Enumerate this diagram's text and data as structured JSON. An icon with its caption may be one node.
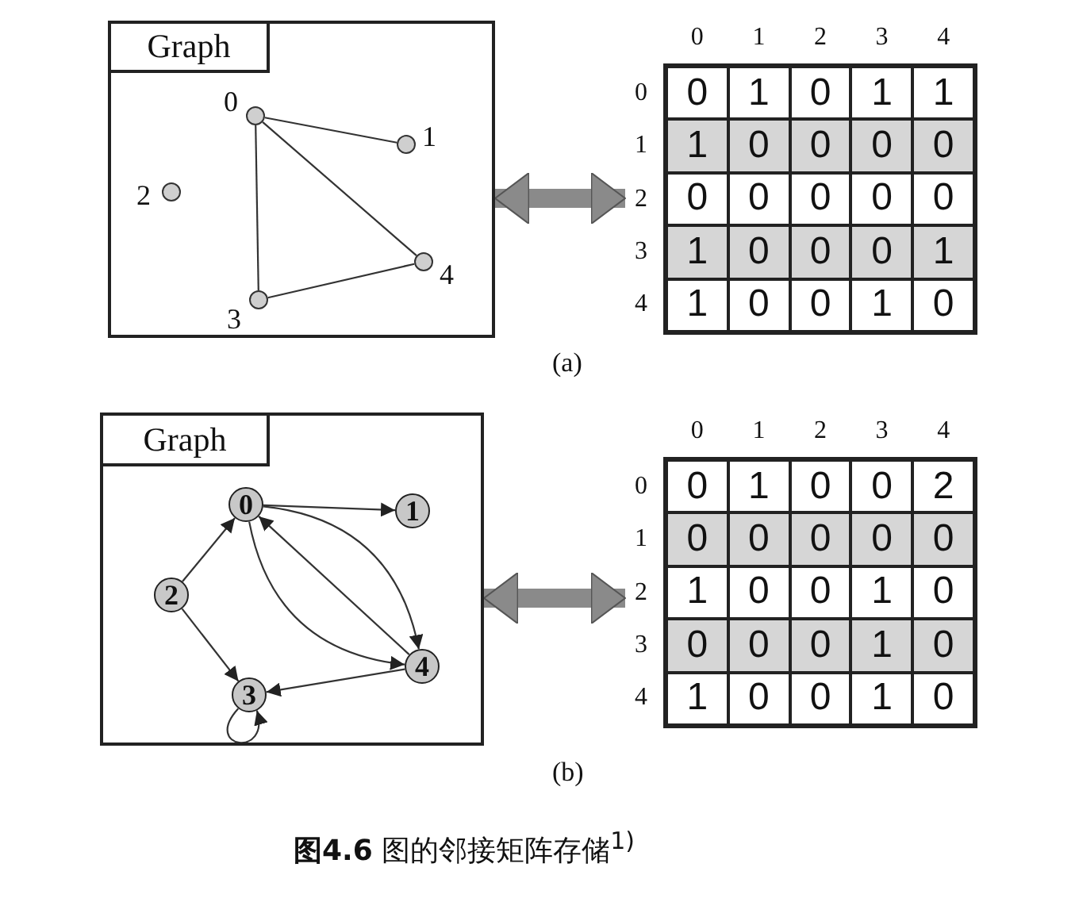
{
  "diagram": {
    "caption": "**图4.6** 图的邻接矩阵存储$^{1)}$",
    "nodes": [
      {
        "text": [
          "Graph"
        ]
      },
      {
        "text": [
          "0"
        ],
        "in": 0
      },
      {
        "text": [
          "1"
        ],
        "in": 0
      },
      {
        "text": [
          "2"
        ],
        "in": 0
      },
      {
        "text": [
          "3"
        ],
        "in": 0
      },
      {
        "text": [
          "4"
        ],
        "in": 0
      },
      {
        "text": [],
        "shape": "table"
      },
      {
        "text": [
          "Graph"
        ]
      },
      {
        "text": [
          "0"
        ],
        "in": 7
      },
      {
        "text": [
          "1"
        ],
        "in": 7
      },
      {
        "text": [
          "2"
        ],
        "in": 7
      },
      {
        "text": [
          "3"
        ],
        "in": 7
      },
      {
        "text": [
          "4"
        ],
        "in": 7
      },
      {
        "text": [],
        "shape": "table"
      }
    ],
    "edges": [
      {
        "from": 1,
        "to": 2,
        "arrow": "none"
      },
      {
        "from": 1,
        "to": 4,
        "arrow": "none"
      },
      {
        "from": 1,
        "to": 5,
        "arrow": "none"
      },
      {
        "from": 4,
        "to": 5,
        "arrow": "none"
      },
      {
        "from": 0,
        "to": 6,
        "arrow": "both",
        "style": "thick"
      },
      {
        "from": 8,
        "to": 9,
        "arrow": "to"
      },
      {
        "from": 8,
        "to": 12,
        "arrow": "to"
      },
      {
        "from": 8,
        "to": 12,
        "arrow": "to"
      },
      {
        "from": 12,
        "to": 8,
        "arrow": "to"
      },
      {
        "from": 10,
        "to": 8,
        "arrow": "to"
      },
      {
        "from": 10,
        "to": 11,
        "arrow": "to"
      },
      {
        "from": 12,
        "to": 11,
        "arrow": "to"
      },
      {
        "from": 11,
        "to": 11,
        "arrow": "to"
      },
      {
        "from": 7,
        "to": 13,
        "arrow": "both",
        "style": "thick"
      }
    ],
    "labels": [
      "0",
      "1",
      "2",
      "3",
      "4",
      "0",
      "0",
      "1",
      "0",
      "1",
      "1",
      "1",
      "1",
      "0",
      "0",
      "0",
      "0",
      "2",
      "0",
      "0",
      "0",
      "0",
      "0",
      "3",
      "1",
      "0",
      "0",
      "0",
      "1",
      "4",
      "1",
      "0",
      "0",
      "1",
      "0",
      "(a)",
      "0",
      "1",
      "2",
      "3",
      "4",
      "0",
      "0",
      "1",
      "0",
      "0",
      "2",
      "1",
      "0",
      "0",
      "0",
      "0",
      "0",
      "2",
      "1",
      "0",
      "0",
      "1",
      "0",
      "3",
      "0",
      "0",
      "0",
      "1",
      "0",
      "4",
      "1",
      "0",
      "0",
      "1",
      "0",
      "(b)"
    ]
  }
}
